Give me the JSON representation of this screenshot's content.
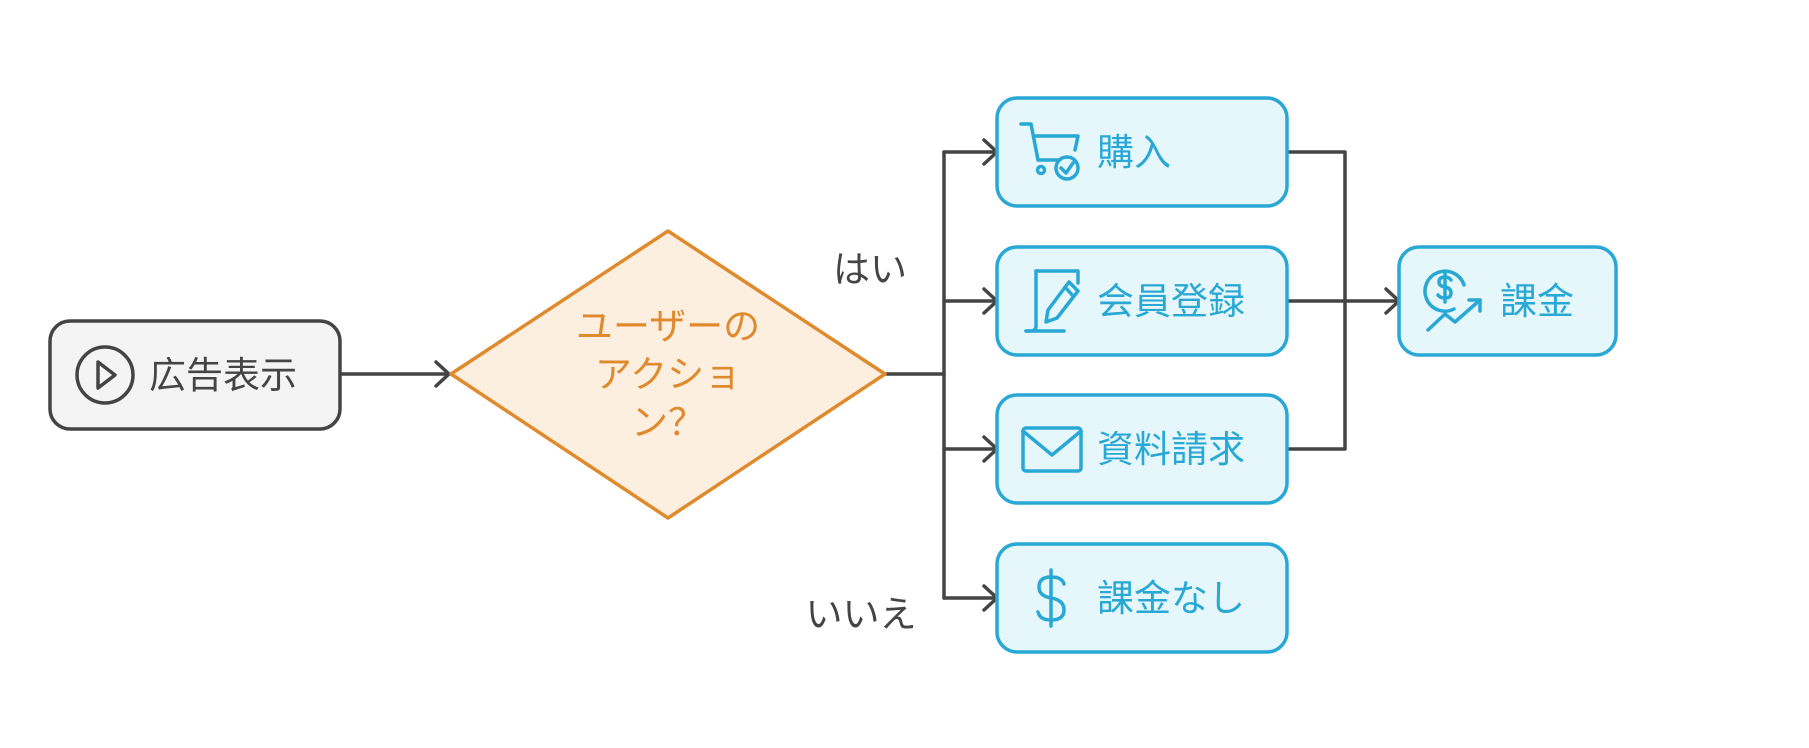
{
  "colors": {
    "edge": "#444444",
    "start_fill": "#f4f4f4",
    "start_stroke": "#444444",
    "start_text": "#444444",
    "decision_fill": "#fdefe0",
    "decision_stroke": "#e08a2e",
    "decision_text": "#e08a2e",
    "action_fill": "#e6f7fb",
    "action_stroke": "#29a8d6",
    "action_text": "#29a8d6"
  },
  "nodes": {
    "start": {
      "label": "広告表示",
      "icon": "play-circle-icon"
    },
    "decision": {
      "lines": [
        "ユーザーの",
        "アクショ",
        "ン？"
      ]
    },
    "purchase": {
      "label": "購入",
      "icon": "cart-check-icon"
    },
    "register": {
      "label": "会員登録",
      "icon": "document-pen-icon"
    },
    "request": {
      "label": "資料請求",
      "icon": "envelope-icon"
    },
    "no_charge": {
      "label": "課金なし",
      "icon": "dollar-icon"
    },
    "charge": {
      "label": "課金",
      "icon": "money-growth-icon"
    }
  },
  "edges": {
    "yes_label": "はい",
    "no_label": "いいえ"
  }
}
